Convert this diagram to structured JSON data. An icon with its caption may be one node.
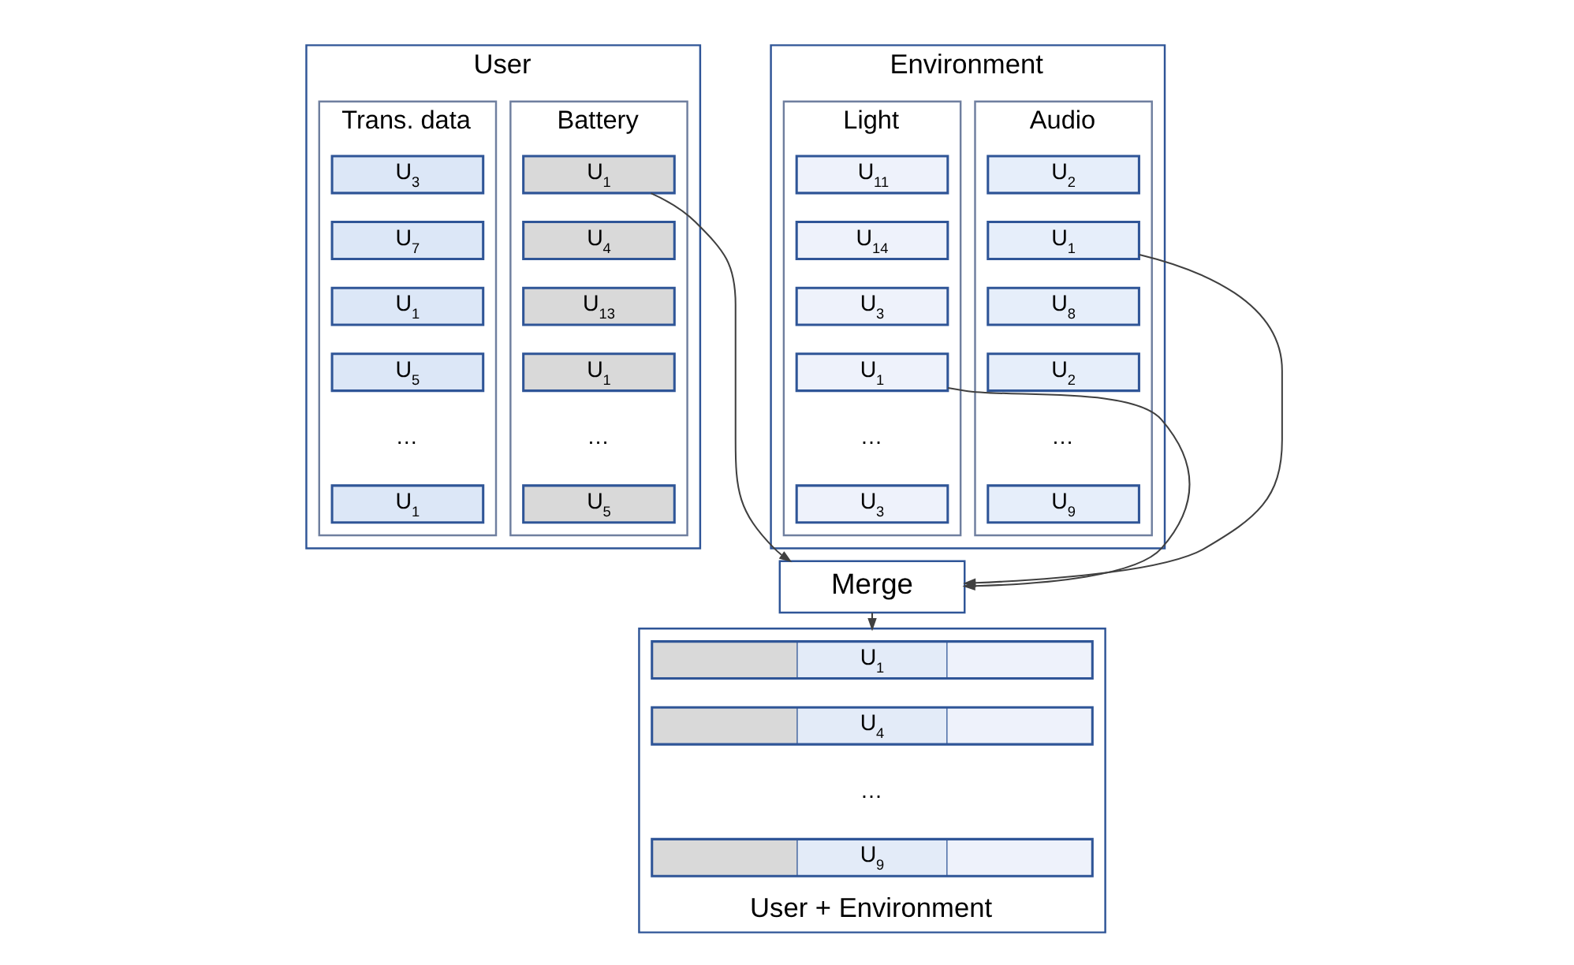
{
  "diagram": {
    "nodes": [
      {
        "text": [
          "User"
        ]
      },
      {
        "text": [
          "Battery"
        ],
        "in": 0
      },
      {
        "text": [
          "U$_{1}$"
        ],
        "in": 1
      },
      {
        "text": [
          "U$_{4}$"
        ],
        "in": 1
      },
      {
        "text": [
          "U$_{13}$"
        ],
        "in": 1
      },
      {
        "text": [
          "U$_{1}$"
        ],
        "in": 1
      },
      {
        "text": [
          "…"
        ],
        "in": 1
      },
      {
        "text": [
          "U$_{5}$"
        ],
        "in": 1
      },
      {
        "text": [
          "Trans. data"
        ],
        "in": 0
      },
      {
        "text": [
          "U$_{3}$"
        ],
        "in": 8
      },
      {
        "text": [
          "U$_{7}$"
        ],
        "in": 8
      },
      {
        "text": [
          "U$_{1}$"
        ],
        "in": 8
      },
      {
        "text": [
          "U$_{5}$"
        ],
        "in": 8
      },
      {
        "text": [
          "…"
        ],
        "in": 8
      },
      {
        "text": [
          "U$_{1}$"
        ],
        "in": 8
      },
      {
        "text": [
          "Environment"
        ]
      },
      {
        "text": [
          "Audio"
        ],
        "in": 15
      },
      {
        "text": [
          "U$_{2}$"
        ],
        "in": 16
      },
      {
        "text": [
          "U$_{1}$"
        ],
        "in": 16
      },
      {
        "text": [
          "U$_{8}$"
        ],
        "in": 16
      },
      {
        "text": [
          "U$_{2}$"
        ],
        "in": 16
      },
      {
        "text": [
          "…"
        ],
        "in": 16
      },
      {
        "text": [
          "U$_{9}$"
        ],
        "in": 16
      },
      {
        "text": [
          "Light"
        ],
        "in": 15
      },
      {
        "text": [
          "U$_{11}$"
        ],
        "in": 23
      },
      {
        "text": [
          "U$_{14}$"
        ],
        "in": 23
      },
      {
        "text": [
          "U$_{3}$"
        ],
        "in": 23
      },
      {
        "text": [
          "U$_{1}$"
        ],
        "in": 23
      },
      {
        "text": [
          "…"
        ],
        "in": 23
      },
      {
        "text": [
          "U$_{3}$"
        ],
        "in": 23
      },
      {
        "text": [
          "Merge"
        ]
      },
      {
        "text": [
          "User + Environment"
        ]
      },
      {
        "text": [
          "U$_{1}$"
        ],
        "in": 31
      },
      {
        "text": [
          "U$_{4}$"
        ],
        "in": 31
      },
      {
        "text": [
          "…"
        ],
        "in": 31
      },
      {
        "text": [
          "U$_{9}$"
        ],
        "in": 31
      }
    ],
    "edges": [
      {
        "from": 2,
        "to": 30,
        "arrow": "to"
      },
      {
        "from": 18,
        "to": 30,
        "arrow": "to"
      },
      {
        "from": 27,
        "to": 30,
        "arrow": "to"
      },
      {
        "from": 30,
        "to": 31,
        "arrow": "to"
      }
    ]
  }
}
